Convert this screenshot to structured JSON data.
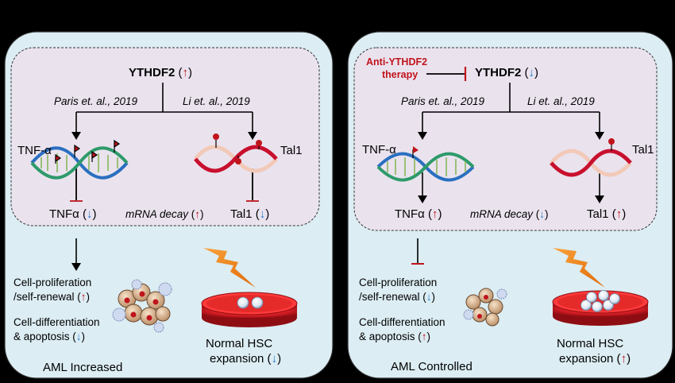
{
  "colors": {
    "panel_fill": "#dcedf3",
    "inner_fill": "#eae3ee",
    "up_arrow": "#c0141c",
    "down_arrow": "#1e78c8",
    "therapy_text": "#c0141c",
    "dna_green": "#2e9a6a",
    "dna_blue": "#2a6fc0",
    "mrna_red": "#c8102e",
    "lightning": "#f07e14",
    "dish_red": "#d61c24"
  },
  "up_glyph": "↑",
  "down_glyph": "↓",
  "left": {
    "ythdf2": "YTHDF2",
    "ref_paris": "Paris et. al., 2019",
    "ref_li": "Li et. al., 2019",
    "tnf_gene": "TNF-α",
    "tal1_gene": "Tal1",
    "tnf_out": "TNFα",
    "mrna_decay": "mRNA decay",
    "tal1_out": "Tal1",
    "prolif_1": "Cell-proliferation",
    "prolif_2": "/self-renewal",
    "diff_1": "Cell-differentiation",
    "diff_2": "& apoptosis",
    "aml": "AML Increased",
    "hsc_1": "Normal HSC",
    "hsc_2": "expansion"
  },
  "right": {
    "therapy_1": "Anti-YTHDF2",
    "therapy_2": "therapy",
    "ythdf2": "YTHDF2",
    "ref_paris": "Paris et. al., 2019",
    "ref_li": "Li et. al., 2019",
    "tnf_gene": "TNF-α",
    "tal1_gene": "Tal1",
    "tnf_out": "TNFα",
    "mrna_decay": "mRNA decay",
    "tal1_out": "Tal1",
    "prolif_1": "Cell-proliferation",
    "prolif_2": "/self-renewal",
    "diff_1": "Cell-differentiation",
    "diff_2": "& apoptosis",
    "aml": "AML Controlled",
    "hsc_1": "Normal HSC",
    "hsc_2": "expansion"
  }
}
